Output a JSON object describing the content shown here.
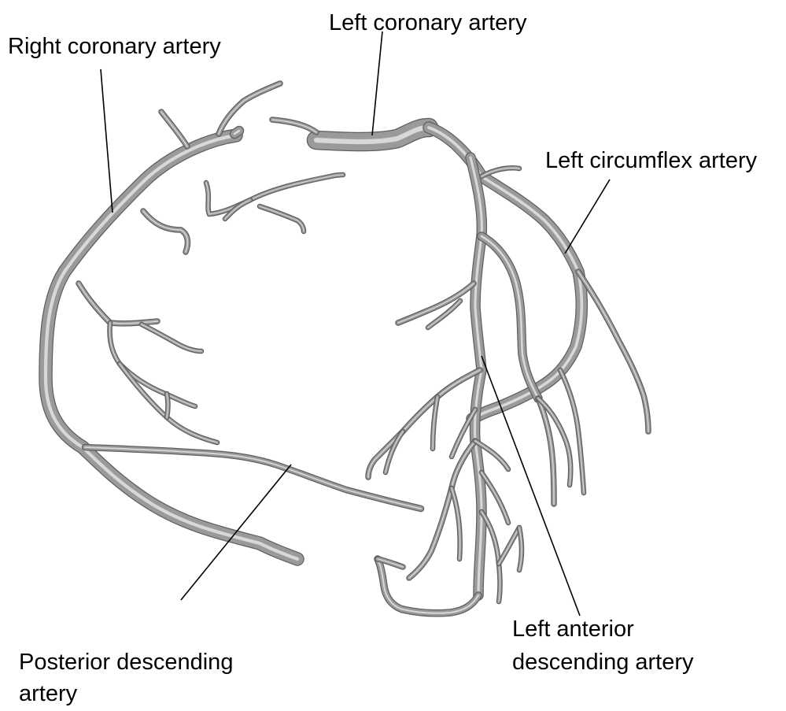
{
  "labels": {
    "left_coronary": "Left coronary artery",
    "right_coronary": "Right coronary artery",
    "left_circumflex": "Left circumflex artery",
    "left_anterior_descending": [
      "Left anterior",
      "descending artery"
    ],
    "posterior_descending": [
      "Posterior descending",
      "artery"
    ]
  },
  "colors": {
    "vessel_fill": "#9a9a9a",
    "vessel_shadow": "#5f5f5f",
    "vessel_highlight": "#d8d8d8",
    "text": "#000000",
    "background": "#ffffff"
  }
}
